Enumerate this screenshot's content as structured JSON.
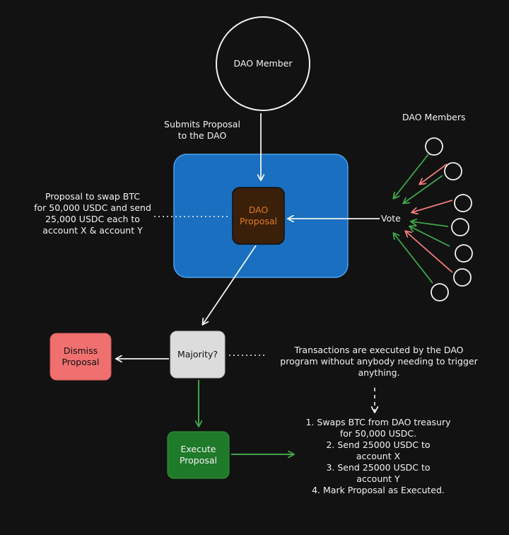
{
  "nodes": {
    "dao_member": "DAO Member",
    "dao_proposal": "DAO\nProposal",
    "majority": "Majority?",
    "dismiss": "Dismiss\nProposal",
    "execute": "Execute\nProposal"
  },
  "labels": {
    "submits": "Submits Proposal\nto the DAO",
    "dao_members": "DAO Members",
    "vote": "Vote",
    "proposal_desc": "Proposal to swap BTC\nfor 50,000 USDC and send\n25,000 USDC each to\naccount X & account Y",
    "transactions": "Transactions are executed by the DAO\nprogram without anybody needing to trigger\nanything.",
    "steps": "1. Swaps BTC from DAO treasury\nfor 50,000 USDC.\n2. Send 25000 USDC to\naccount X\n3. Send 25000 USDC to\naccount Y\n4. Mark Proposal as Executed."
  },
  "colors": {
    "background": "#121212",
    "blue_box": "#1a6fc0",
    "proposal_box": "#3a2008",
    "proposal_text": "#e07a2a",
    "dismiss_box": "#f07070",
    "majority_box": "#dcdcdc",
    "execute_box": "#1f7a2a",
    "green_arrow": "#3fa64a",
    "red_arrow": "#f07b7b"
  }
}
